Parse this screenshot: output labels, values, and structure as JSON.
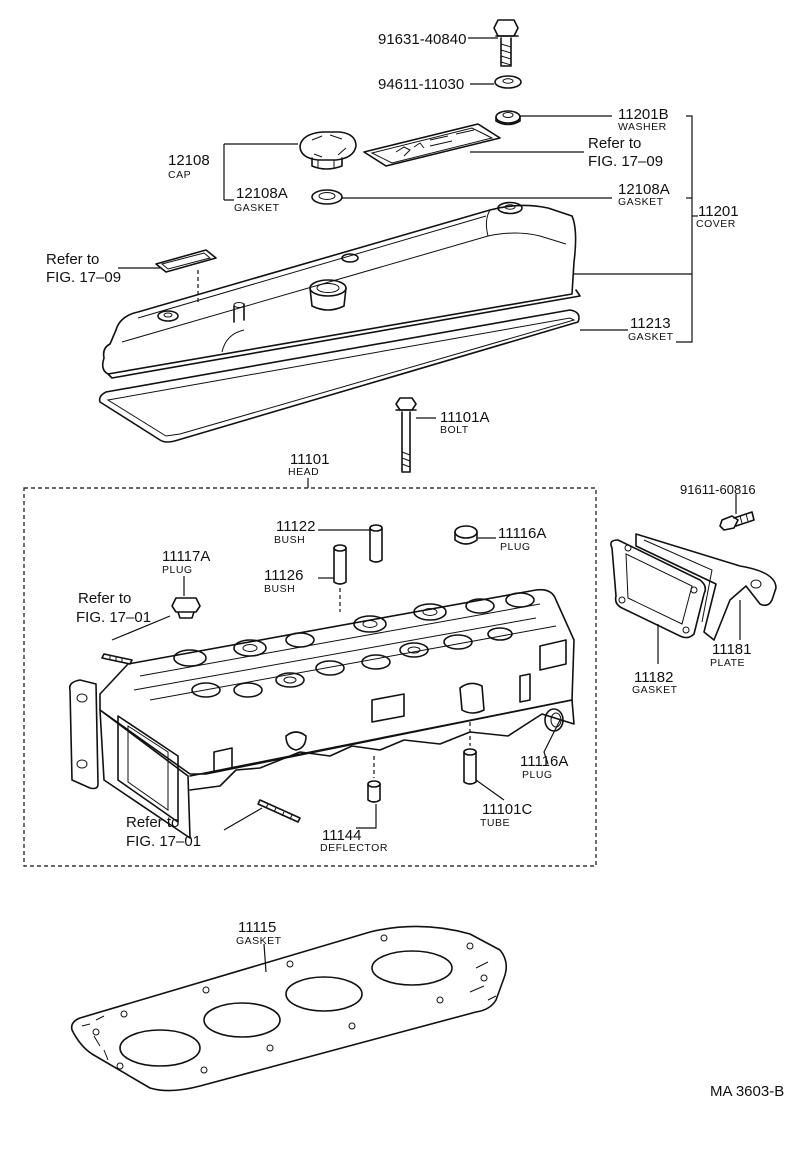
{
  "parts": {
    "bolt_91631": {
      "part_no": "91631-40840"
    },
    "washer_94611": {
      "part_no": "94611-11030"
    },
    "washer_11201B": {
      "part_no": "11201B",
      "name": "WASHER"
    },
    "cap_12108": {
      "part_no": "12108",
      "name": "CAP"
    },
    "gasket_12108A_left": {
      "part_no": "12108A",
      "name": "GASKET"
    },
    "gasket_12108A_right": {
      "part_no": "12108A",
      "name": "GASKET"
    },
    "cover_11201": {
      "part_no": "11201",
      "name": "COVER"
    },
    "gasket_11213": {
      "part_no": "11213",
      "name": "GASKET"
    },
    "bolt_11101A": {
      "part_no": "11101A",
      "name": "BOLT"
    },
    "head_11101": {
      "part_no": "11101",
      "name": "HEAD"
    },
    "bush_11122": {
      "part_no": "11122",
      "name": "BUSH"
    },
    "bush_11126": {
      "part_no": "11126",
      "name": "BUSH"
    },
    "plug_11117A": {
      "part_no": "11117A",
      "name": "PLUG"
    },
    "plug_11116A_top": {
      "part_no": "11116A",
      "name": "PLUG"
    },
    "plug_11116A_bottom": {
      "part_no": "11116A",
      "name": "PLUG"
    },
    "tube_11101C": {
      "part_no": "11101C",
      "name": "TUBE"
    },
    "deflector_11144": {
      "part_no": "11144",
      "name": "DEFLECTOR"
    },
    "bolt_91611": {
      "part_no": "91611-60816"
    },
    "plate_11181": {
      "part_no": "11181",
      "name": "PLATE"
    },
    "gasket_11182": {
      "part_no": "11182",
      "name": "GASKET"
    },
    "gasket_11115": {
      "part_no": "11115",
      "name": "GASKET"
    }
  },
  "refs": {
    "refer_to": "Refer to",
    "fig_17_09_top": "FIG. 17–09",
    "fig_17_09_left": "FIG. 17–09",
    "fig_17_01_upper": "FIG. 17–01",
    "fig_17_01_lower": "FIG. 17–01"
  },
  "diagram_code": "MA 3603-B"
}
